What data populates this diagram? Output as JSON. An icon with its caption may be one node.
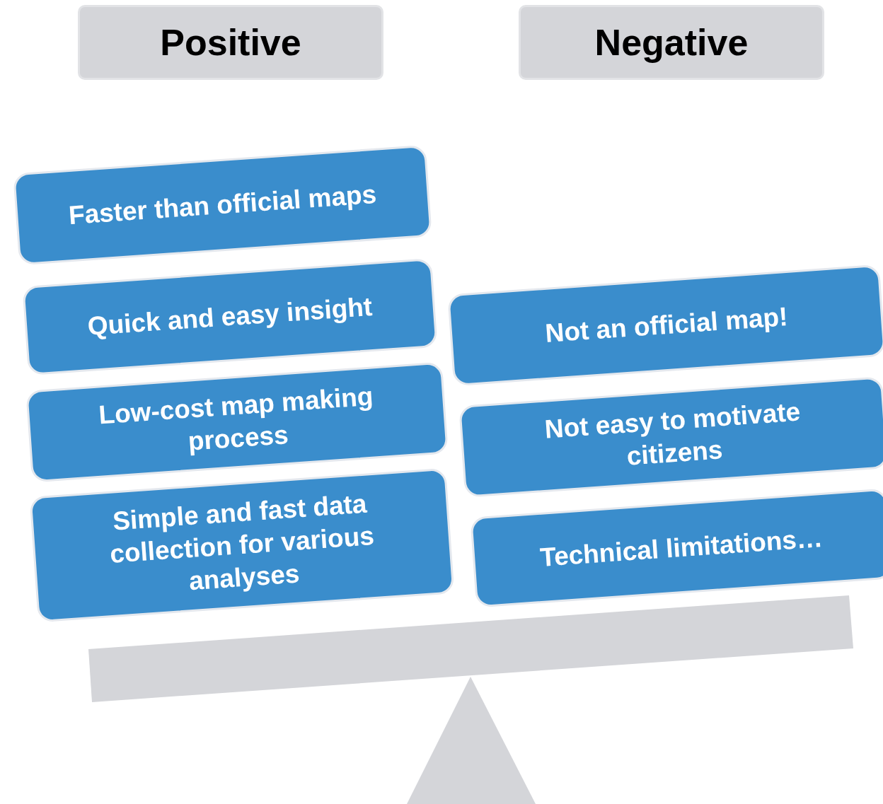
{
  "diagram": {
    "nodes": [
      {
        "text": [
          "Positive"
        ]
      },
      {
        "text": [
          "Negative"
        ]
      },
      {
        "text": [
          "Faster than official maps"
        ]
      },
      {
        "text": [
          "Quick and easy insight"
        ]
      },
      {
        "text": [
          "Low-cost map making process"
        ]
      },
      {
        "text": [
          "Simple and fast data collection for various analyses"
        ]
      },
      {
        "text": [
          "Not an official map!"
        ]
      },
      {
        "text": [
          "Not easy to motivate citizens"
        ]
      },
      {
        "text": [
          "Technical limitations…"
        ]
      }
    ]
  }
}
